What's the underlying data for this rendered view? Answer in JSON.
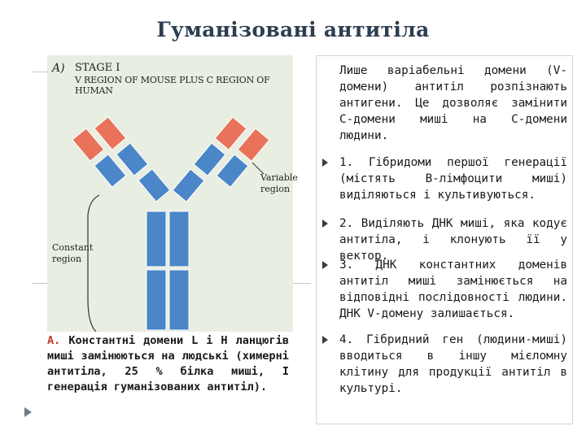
{
  "slide": {
    "title": "Гуманізовані антитіла"
  },
  "figure": {
    "stage_letter": "A)",
    "stage_title": "STAGE I",
    "stage_subtitle": "V REGION OF MOUSE PLUS C REGION OF HUMAN",
    "variable_label": [
      "Variable",
      "region"
    ],
    "constant_label": [
      "Constant",
      "region"
    ],
    "colors": {
      "mouse_variable": "#e8735a",
      "human_constant": "#4a86c8",
      "background": "#e8eee2"
    }
  },
  "caption": {
    "letter": "A.",
    "text": " Константні домени L і H ланцюгів миші замінюються на людські (химерні антитіла, 25 % білка миші, I генерація гуманізованих антитіл)."
  },
  "right_panel": {
    "intro": "Лише варіабельні домени (V-домени) антитіл розпізнають антигени. Це дозволяє замінити С-домени миші на С-домени людини.",
    "bullets": [
      "1. Гібридоми першої генерації (містять В-лімфоцити миші) виділяються і культивуються.",
      "2. Виділяють ДНК миші, яка кодує антитіла, і клонують її у вектор.",
      "3. ДНК константних доменів антитіл миші замінюється на відповідні послідовності людини. ДНК V-домену залишається.",
      "4. Гібридний ген (людини-миші) вводиться в іншу мієломну клітину для продукції антитіл в культурі."
    ]
  }
}
